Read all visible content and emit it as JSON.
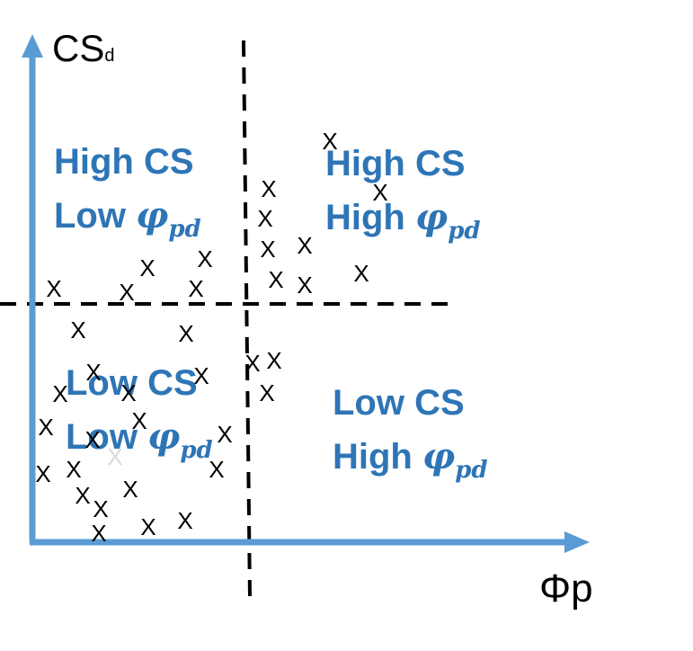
{
  "colors": {
    "axis": "#5b9bd5",
    "quadrant_text": "#2e75b6",
    "marker": "#000000",
    "faded_marker": "#d9d9d9",
    "divider": "#000000"
  },
  "y_axis_label": {
    "main": "CS",
    "sub": "d"
  },
  "x_axis_label": "Φp",
  "quadrants": {
    "top_left": {
      "line1": "High CS",
      "line2_word": "Low",
      "symbol": "φ",
      "subscript": "pd"
    },
    "top_right": {
      "line1": "High CS",
      "line2_word": "High",
      "symbol": "φ",
      "subscript": "pd"
    },
    "bottom_left": {
      "line1": "Low CS",
      "line2_word": "Low",
      "symbol": "φ",
      "subscript": "pd"
    },
    "bottom_right": {
      "line1": "Low CS",
      "line2_word": "High",
      "symbol": "φ",
      "subscript": "pd"
    }
  },
  "marker_glyph": "X"
}
